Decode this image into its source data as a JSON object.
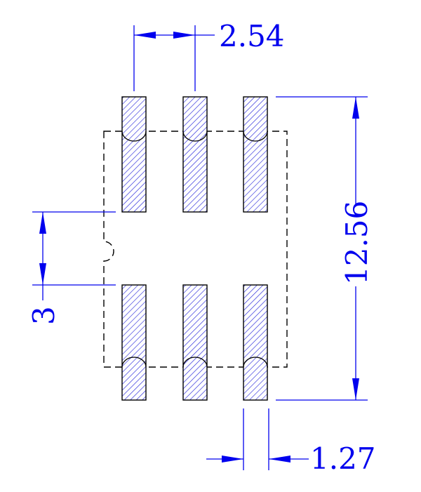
{
  "diagram": {
    "colors": {
      "outline": "#000000",
      "dimension": "#0000ee",
      "hatch": "#1a1ad8",
      "background": "#ffffff"
    },
    "pad_count": 6,
    "dimensions": {
      "pitch": "2.54",
      "overall_length": "12.56",
      "row_gap": "3",
      "pad_width": "1.27"
    }
  }
}
